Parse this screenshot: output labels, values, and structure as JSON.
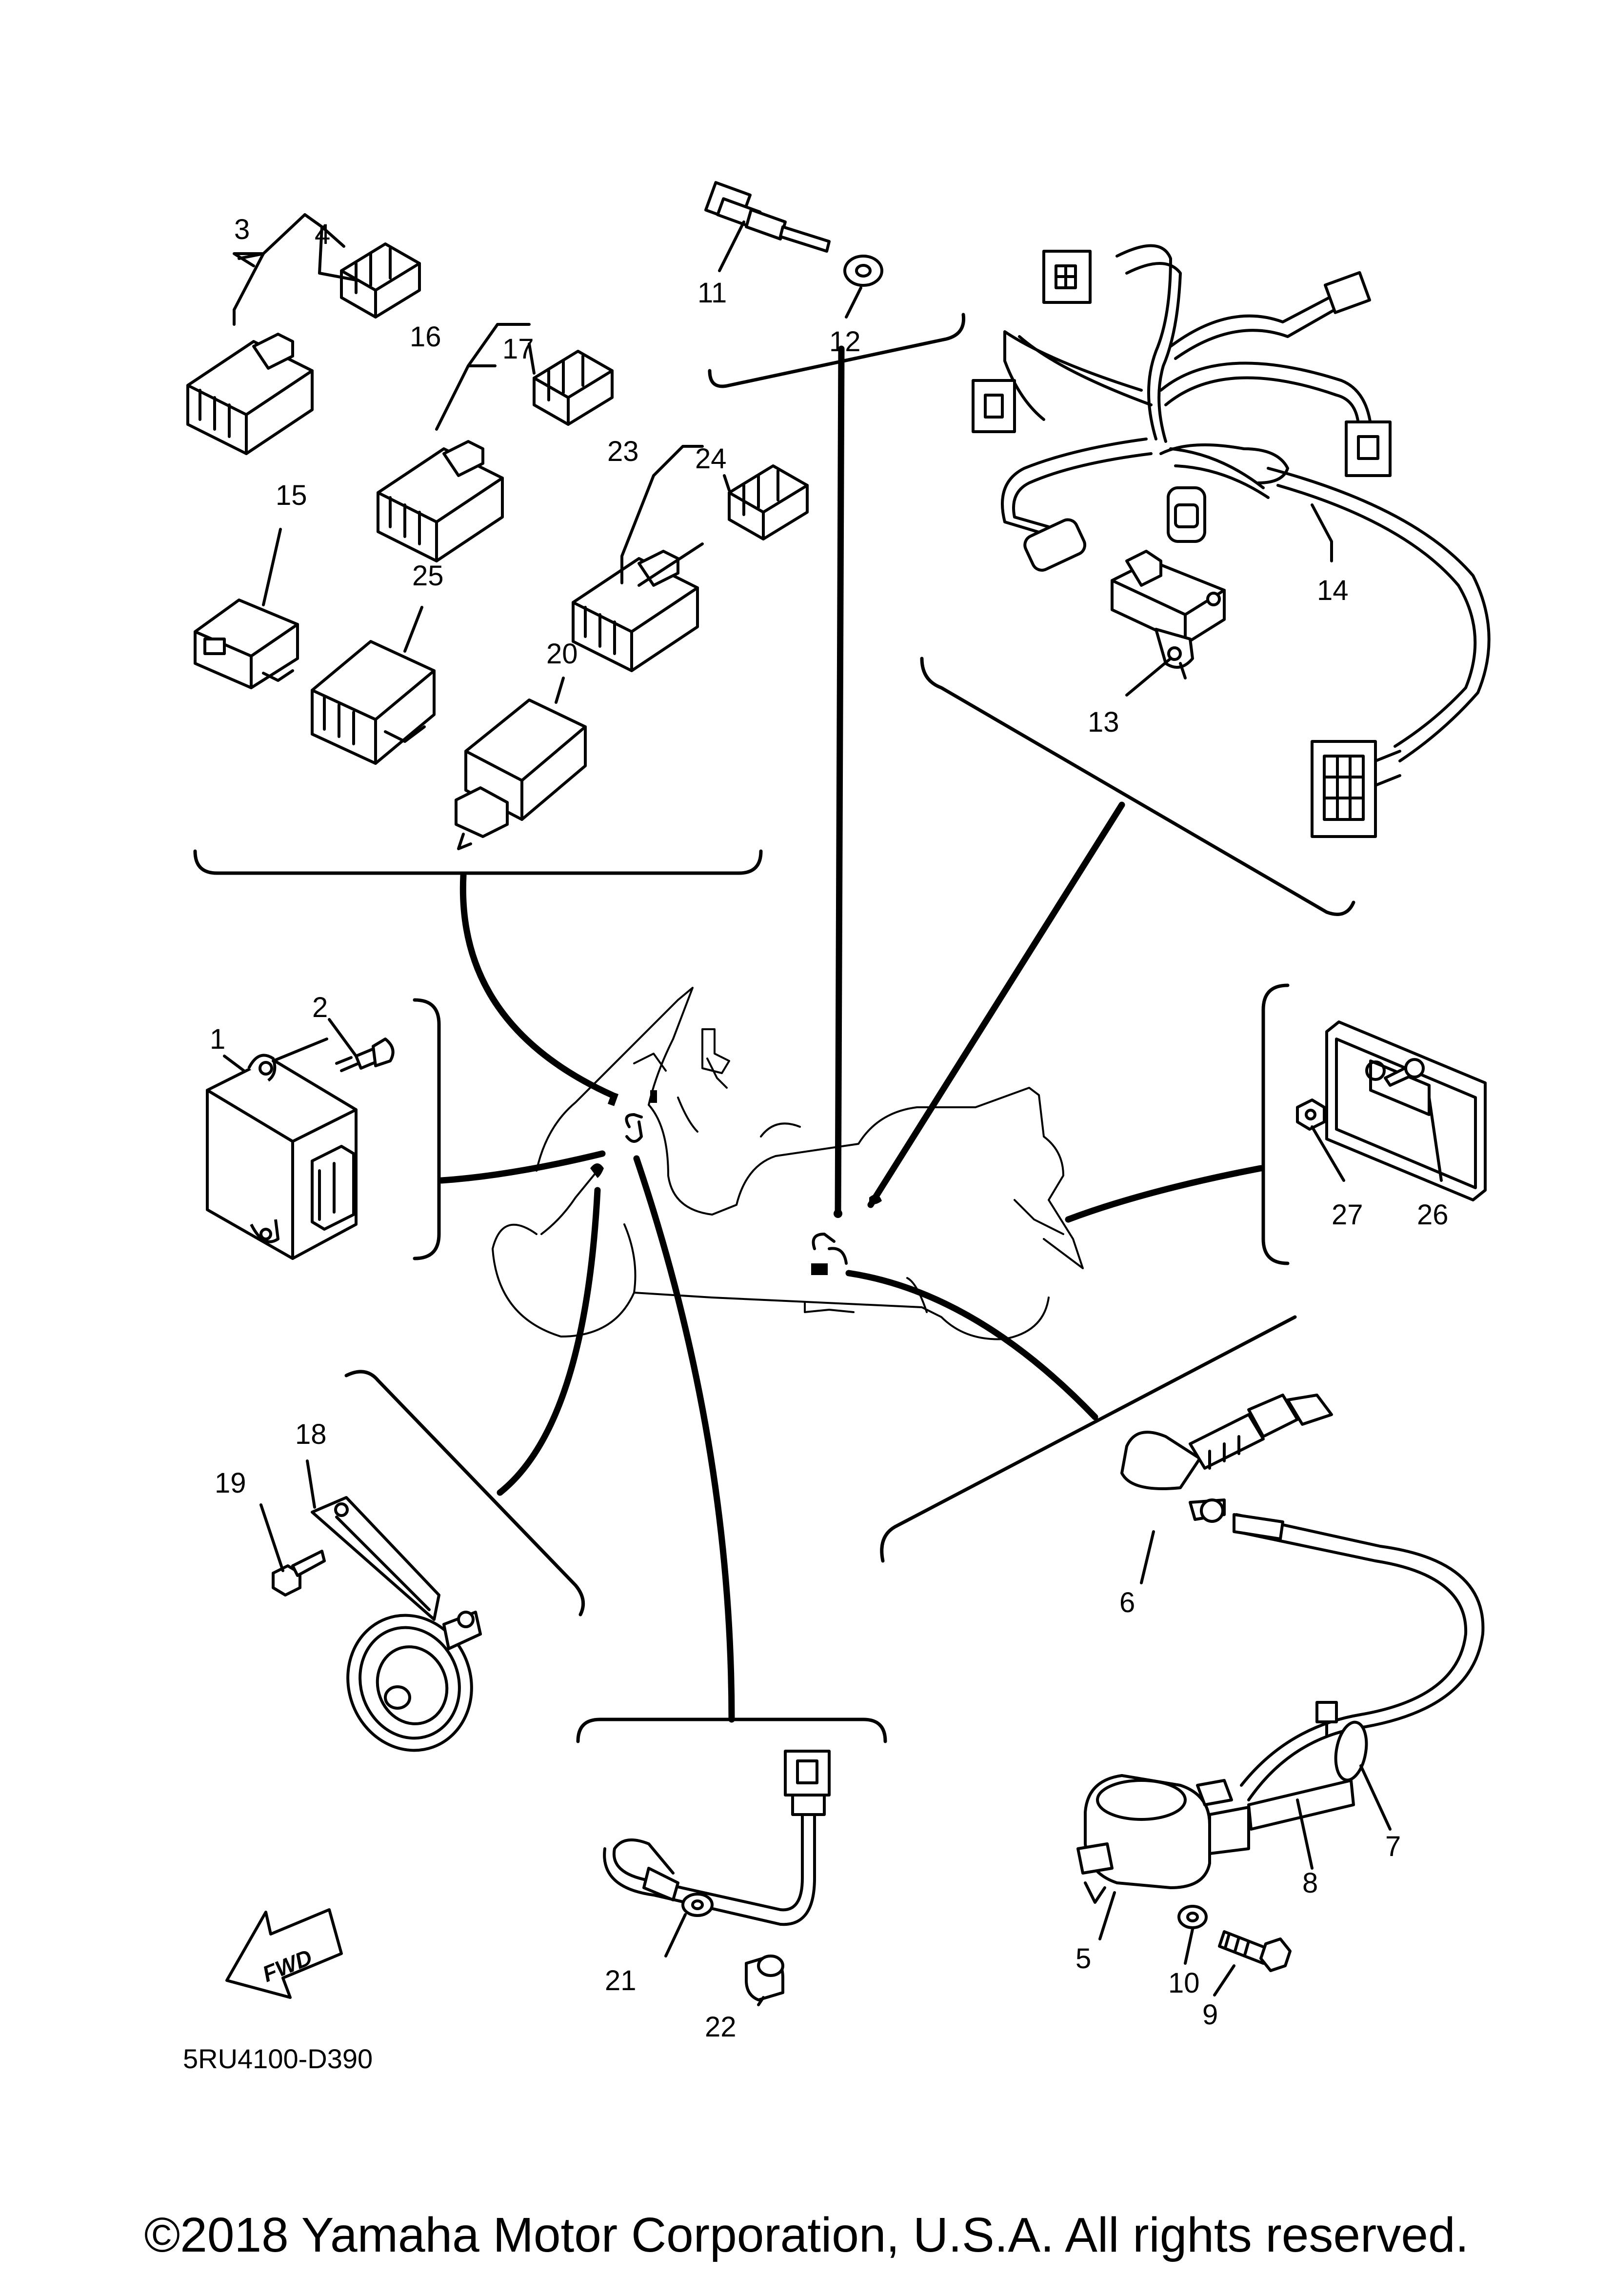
{
  "diagram": {
    "part_code": "5RU4100-D390",
    "fwd_label": "FWD",
    "copyright": "©2018 Yamaha Motor Corporation, U.S.A. All rights reserved.",
    "callouts": {
      "c1": "1",
      "c2": "2",
      "c3": "3",
      "c4": "4",
      "c5": "5",
      "c6": "6",
      "c7": "7",
      "c8": "8",
      "c9": "9",
      "c10": "10",
      "c11": "11",
      "c12": "12",
      "c13": "13",
      "c14": "14",
      "c15": "15",
      "c16": "16",
      "c17": "17",
      "c18": "18",
      "c19": "19",
      "c20": "20",
      "c21": "21",
      "c22": "22",
      "c23": "23",
      "c24": "24",
      "c25": "25",
      "c26": "26",
      "c27": "27"
    }
  }
}
